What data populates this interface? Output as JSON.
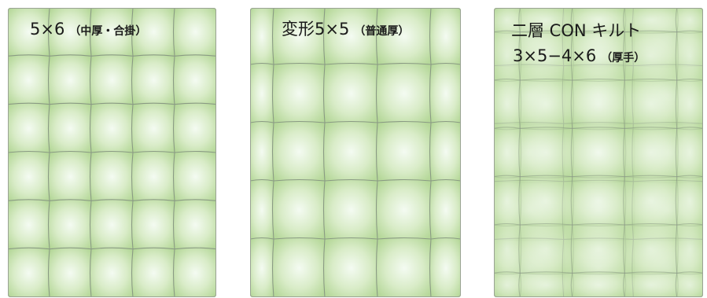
{
  "quilts": [
    {
      "id": "a",
      "title": "5×6",
      "note": "（中厚・合掛）",
      "columns": 5,
      "rows": 6
    },
    {
      "id": "b",
      "title": "変形5×5",
      "note": "（普通厚）",
      "columns": 5,
      "rows": 5
    },
    {
      "id": "c",
      "title": "二層 CON キルト",
      "title_line2": "3×5−4×6",
      "note": "（厚手）",
      "layers": [
        {
          "columns": 3,
          "rows": 5
        },
        {
          "columns": 4,
          "rows": 6
        }
      ]
    }
  ],
  "colors": {
    "fabric_light": "#f4fbf2",
    "fabric_mid": "#d9ecc8",
    "fabric_dark": "#b6d89a",
    "stitch": "#8a9a84",
    "border": "#9aa394",
    "text": "#1a1a1a"
  }
}
